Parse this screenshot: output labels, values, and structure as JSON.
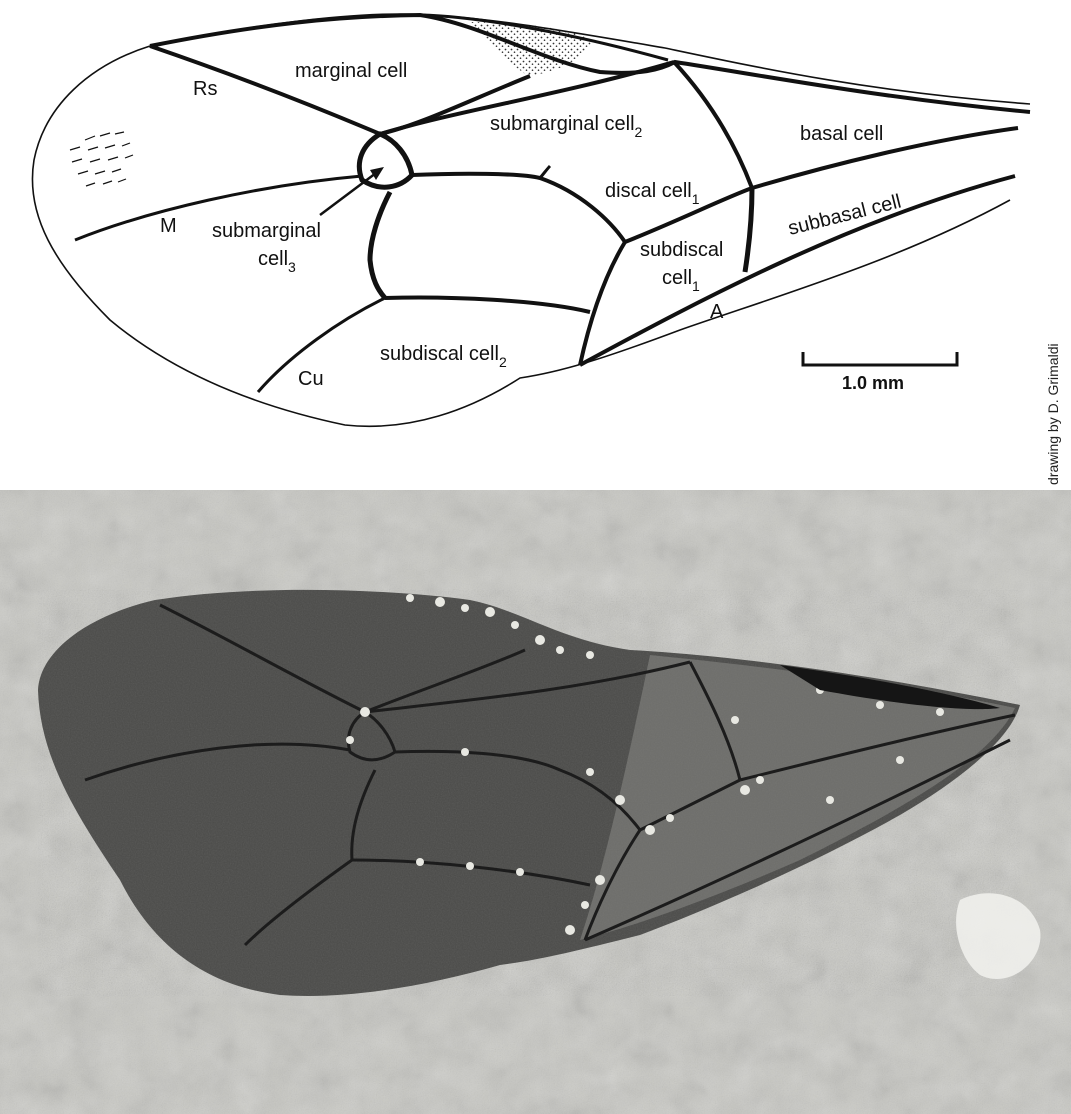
{
  "drawing": {
    "labels": {
      "marginal_cell": "marginal cell",
      "rs": "Rs",
      "submarginal2_main": "submarginal cell",
      "submarginal2_sub": "2",
      "basal_cell": "basal cell",
      "discal1_main": "discal cell",
      "discal1_sub": "1",
      "subbasal_cell": "subbasal cell",
      "m": "M",
      "submarginal3_line1": "submarginal",
      "submarginal3_line2_main": "cell",
      "submarginal3_line2_sub": "3",
      "subdiscal1_line1": "subdiscal",
      "subdiscal1_line2_main": "cell",
      "subdiscal1_line2_sub": "1",
      "a": "A",
      "subdiscal2_main": "subdiscal cell",
      "subdiscal2_sub": "2",
      "cu": "Cu"
    },
    "scale_bar": {
      "label": "1.0 mm"
    },
    "credit": "drawing by D. Grimaldi"
  },
  "photo": {
    "subject": "fossil wing",
    "colors": {
      "matrix": "#c9c9c4",
      "wing": "#4a4a48",
      "veins": "#1c1c1c",
      "grains": "#e8e8e2"
    }
  }
}
